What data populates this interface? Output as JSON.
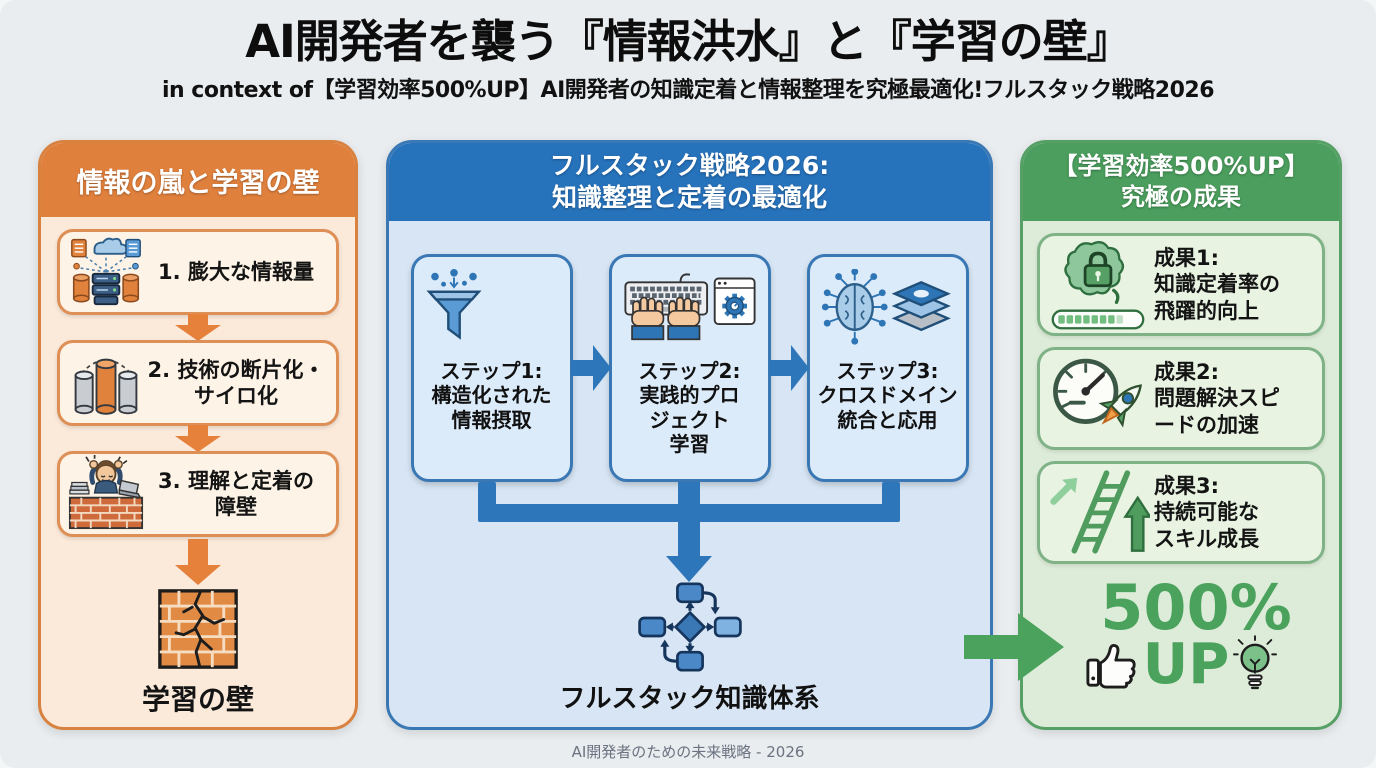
{
  "colors": {
    "page_bg": "#e9edef",
    "orange_header": "#e0803d",
    "orange_border": "#d9813f",
    "orange_card_bg": "#fdf3e6",
    "blue_header": "#2672bb",
    "blue_border": "#3a78b5",
    "blue_panel_bg": "#d7e5f4",
    "blue_card_bg": "#dcebfa",
    "green_header": "#4b9e5d",
    "green_border": "#57a065",
    "green_panel_bg": "#ddecd8",
    "green_card_bg": "#e8f3e2",
    "green_accent": "#4aa25d",
    "arrow_orange": "#e6813c",
    "arrow_blue": "#2e76ba"
  },
  "header": {
    "title": "AI開発者を襲う『情報洪水』と『学習の壁』",
    "subtitle": "in context of【学習効率500%UP】AI開発者の知識定着と情報整理を究極最適化!フルスタック戦略2026"
  },
  "left_panel": {
    "header": "情報の嵐と学習の壁",
    "items": [
      {
        "icon": "data-flood-icon",
        "label": "1. 膨大な情報量"
      },
      {
        "icon": "silos-icon",
        "label": "2. 技術の断片化・\nサイロ化"
      },
      {
        "icon": "overwhelmed-developer-icon",
        "label": "3. 理解と定着の\n障壁"
      }
    ],
    "result_icon": "cracked-wall-icon",
    "result_label": "学習の壁"
  },
  "middle_panel": {
    "header": "フルスタック戦略2026:\n知識整理と定着の最適化",
    "steps": [
      {
        "icons": [
          "funnel-icon",
          "folder-tree-icon"
        ],
        "label": "ステップ1:\n構造化された\n情報摂取"
      },
      {
        "icons": [
          "keyboard-hands-icon",
          "browser-gear-icon"
        ],
        "label": "ステップ2:\n実践的プロ\nジェクト\n学習"
      },
      {
        "icons": [
          "brain-network-icon",
          "layers-icon"
        ],
        "label": "ステップ3:\nクロスドメイン\n統合と応用"
      }
    ],
    "result_icon": "flowchart-icon",
    "result_label": "フルスタック知識体系"
  },
  "right_panel": {
    "header": "【学習効率500%UP】\n究極の成果",
    "results": [
      {
        "icon": "brain-lock-progress-icon",
        "label": "成果1:\n知識定着率の\n飛躍的向上"
      },
      {
        "icon": "speedometer-rocket-icon",
        "label": "成果2:\n問題解決スピ\nードの加速"
      },
      {
        "icon": "ladder-growth-icon",
        "label": "成果3:\n持続可能な\nスキル成長"
      }
    ],
    "stat": {
      "value": "500%",
      "suffix": "UP"
    }
  },
  "footer": {
    "caption": "AI開発者のための未来戦略 - 2026"
  }
}
